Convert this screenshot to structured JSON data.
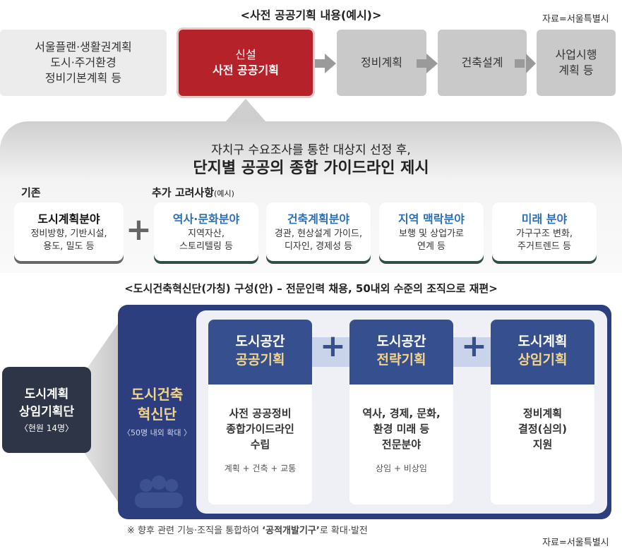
{
  "top": {
    "title": "<사전 공공기획 내용(예시)>",
    "source": "자료=서울특별시",
    "flow": [
      {
        "lines": [
          "서울플랜·생활권계획",
          "도시·주거환경",
          "정비기본계획 등"
        ]
      },
      {
        "lines": [
          "신설",
          "사전 공공기획"
        ]
      },
      {
        "lines": [
          "정비계획"
        ]
      },
      {
        "lines": [
          "건축설계"
        ]
      },
      {
        "lines": [
          "사업시행",
          "계획 등"
        ]
      }
    ],
    "subtitle": "자치구 수요조사를 통한 대상지 선정 후,",
    "headline": "단지별 공공의 종합 가이드라인 제시",
    "existing_label": "기존",
    "additional_label": "추가 고려사항",
    "additional_note": "(예시)",
    "cards": [
      {
        "title": "도시계획분야",
        "desc": [
          "정비방향, 기반시설,",
          "용도, 밀도 등"
        ]
      },
      {
        "title": "역사·문화분야",
        "desc": [
          "지역자산,",
          "스토리텔링 등"
        ]
      },
      {
        "title": "건축계획분야",
        "desc": [
          "경관, 현상설계 가이드,",
          "디자인, 경제성 등"
        ]
      },
      {
        "title": "지역 맥락분야",
        "desc": [
          "보행 및 상업가로",
          "연계 등"
        ]
      },
      {
        "title": "미래 분야",
        "desc": [
          "가구구조 변화,",
          "주거트렌드 등"
        ]
      }
    ]
  },
  "bottom": {
    "title": "<도시건축혁신단(가칭) 구성(안) – 전문인력 채용, 50내외 수준의 조직으로 재편>",
    "side": {
      "line1": "도시계획",
      "line2": "상임기획단",
      "note": "〈현원 14명〉"
    },
    "main": {
      "line1": "도시건축",
      "line2": "혁신단",
      "note": "〈50명 내외 확대 〉"
    },
    "columns": [
      {
        "h1": "도시공간",
        "h2": "공공기획",
        "body": "사전 공공정비\n종합가이드라인\n수립",
        "sub": "계획 + 건축 + 교통"
      },
      {
        "h1": "도시공간",
        "h2": "전략기획",
        "body": "역사, 경제, 문화,\n환경 미래 등\n전문분야",
        "sub": "상임 + 비상임"
      },
      {
        "h1": "도시계획",
        "h2": "상임기획",
        "body": "정비계획\n결정(심의)\n지원",
        "sub": ""
      }
    ],
    "footnote_pre": "※ 향후 관련 기능·조직을 통합하여 ",
    "footnote_bold": "‘공적개발기구’",
    "footnote_post": "로 확대·발전",
    "source": "자료=서울특별시"
  }
}
